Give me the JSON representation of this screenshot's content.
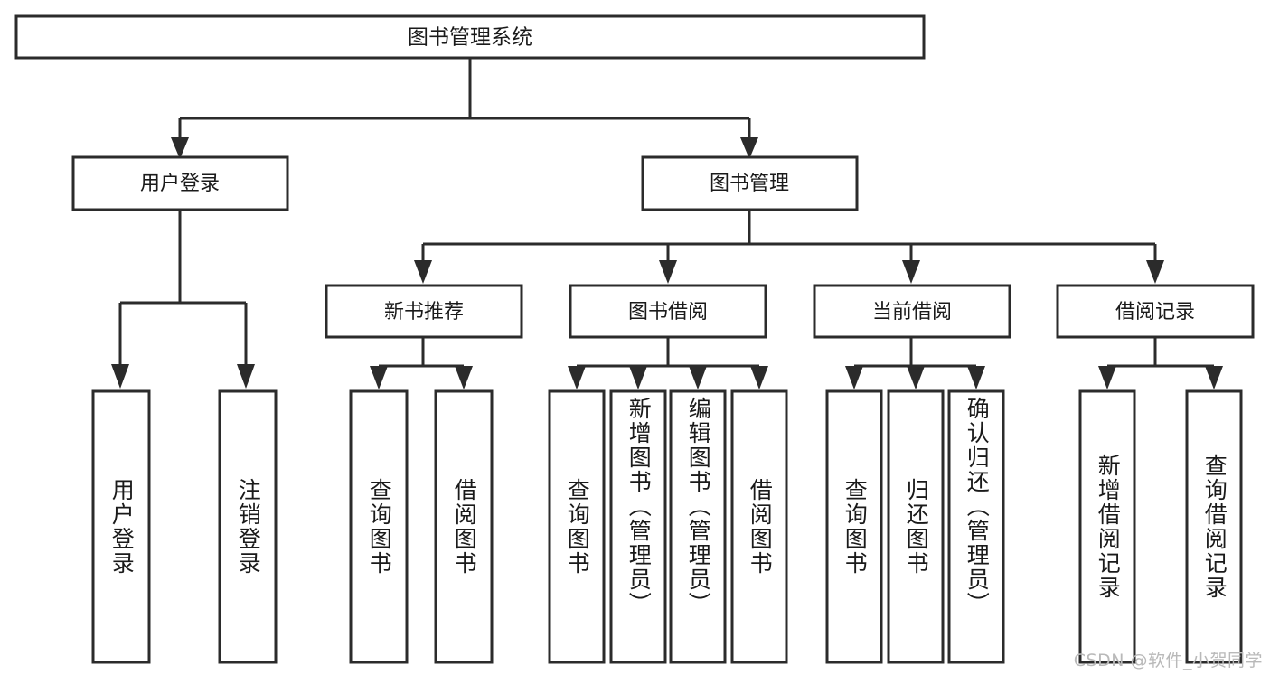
{
  "diagram": {
    "title": "图书管理系统",
    "type": "tree-hierarchy-chart",
    "root": {
      "id": "root",
      "label": "图书管理系统",
      "orientation": "horizontal"
    },
    "level2": [
      {
        "id": "user-login",
        "label": "用户登录",
        "orientation": "horizontal"
      },
      {
        "id": "book-management",
        "label": "图书管理",
        "orientation": "horizontal"
      }
    ],
    "level3": [
      {
        "id": "new-book-recommend",
        "label": "新书推荐",
        "orientation": "horizontal",
        "parent": "book-management"
      },
      {
        "id": "book-borrow",
        "label": "图书借阅",
        "orientation": "horizontal",
        "parent": "book-management"
      },
      {
        "id": "current-borrow",
        "label": "当前借阅",
        "orientation": "horizontal",
        "parent": "book-management"
      },
      {
        "id": "borrow-record",
        "label": "借阅记录",
        "orientation": "horizontal",
        "parent": "book-management"
      }
    ],
    "leaves": [
      {
        "id": "leaf-user-login",
        "label": "用户登录",
        "orientation": "vertical",
        "parent": "user-login"
      },
      {
        "id": "leaf-logout-login",
        "label": "注销登录",
        "orientation": "vertical",
        "parent": "user-login"
      },
      {
        "id": "leaf-query-book-1",
        "label": "查询图书",
        "orientation": "vertical",
        "parent": "new-book-recommend"
      },
      {
        "id": "leaf-borrow-book-1",
        "label": "借阅图书",
        "orientation": "vertical",
        "parent": "new-book-recommend"
      },
      {
        "id": "leaf-query-book-2",
        "label": "查询图书",
        "orientation": "vertical",
        "parent": "book-borrow"
      },
      {
        "id": "leaf-add-book",
        "label": "新增图书（管理员）",
        "orientation": "vertical",
        "parent": "book-borrow"
      },
      {
        "id": "leaf-edit-book",
        "label": "编辑图书（管理员）",
        "orientation": "vertical",
        "parent": "book-borrow"
      },
      {
        "id": "leaf-borrow-book-2",
        "label": "借阅图书",
        "orientation": "vertical",
        "parent": "book-borrow"
      },
      {
        "id": "leaf-query-book-3",
        "label": "查询图书",
        "orientation": "vertical",
        "parent": "current-borrow"
      },
      {
        "id": "leaf-return-book",
        "label": "归还图书",
        "orientation": "vertical",
        "parent": "current-borrow"
      },
      {
        "id": "leaf-confirm-return",
        "label": "确认归还（管理员）",
        "orientation": "vertical",
        "parent": "current-borrow"
      },
      {
        "id": "leaf-add-borrow-record",
        "label": "新增借阅记录",
        "orientation": "vertical",
        "parent": "borrow-record"
      },
      {
        "id": "leaf-query-borrow-record",
        "label": "查询借阅记录",
        "orientation": "vertical",
        "parent": "borrow-record"
      }
    ]
  },
  "watermark": {
    "text": "CSDN @软件_小贺同学"
  },
  "colors": {
    "stroke": "#2b2b2b",
    "fill": "#ffffff",
    "text": "#1a1a1a",
    "watermark": "#b9b9b9"
  }
}
